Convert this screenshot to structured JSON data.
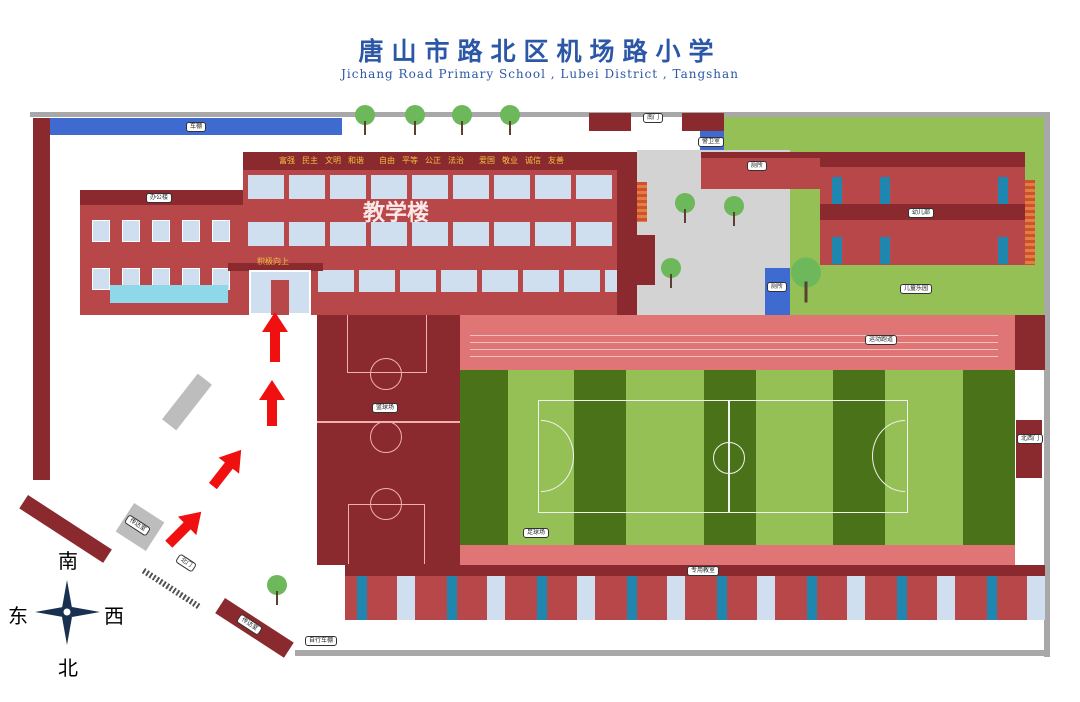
{
  "title": "唐山市路北区机场路小学",
  "subtitle": "Jichang Road Primary School , Lubei District , Tangshan",
  "labels": {
    "bike_shed_top": "车棚",
    "south_gate": "南门",
    "guard_room": "警卫室",
    "office_building": "办公楼",
    "teaching_building": "教学楼",
    "toilet": "厕所",
    "kindergarten": "幼儿部",
    "playground_kids": "儿童乐园",
    "restroom": "厕所",
    "running_track": "运动跑道",
    "basketball_court": "篮球场",
    "football_field": "足球场",
    "special_classrooms": "专用教室",
    "north_west_gate": "北西门",
    "guard_room_2": "警卫室",
    "gate": "北门",
    "reception": "传达室",
    "bike_shed": "自行车棚"
  },
  "slogans": [
    "富强",
    "民主",
    "文明",
    "和谐",
    "自由",
    "平等",
    "公正",
    "法治",
    "爱国",
    "敬业",
    "诚信",
    "友善"
  ],
  "motto": "积极向上",
  "compass": {
    "north": "北",
    "south": "南",
    "east": "东",
    "west": "西"
  },
  "colors": {
    "brick": "#b8474a",
    "dark_brick": "#8b2a2e",
    "grass": "#95c055",
    "dark_grass": "#4a7319",
    "track": "#e07575",
    "blue": "#3f6bd0"
  }
}
